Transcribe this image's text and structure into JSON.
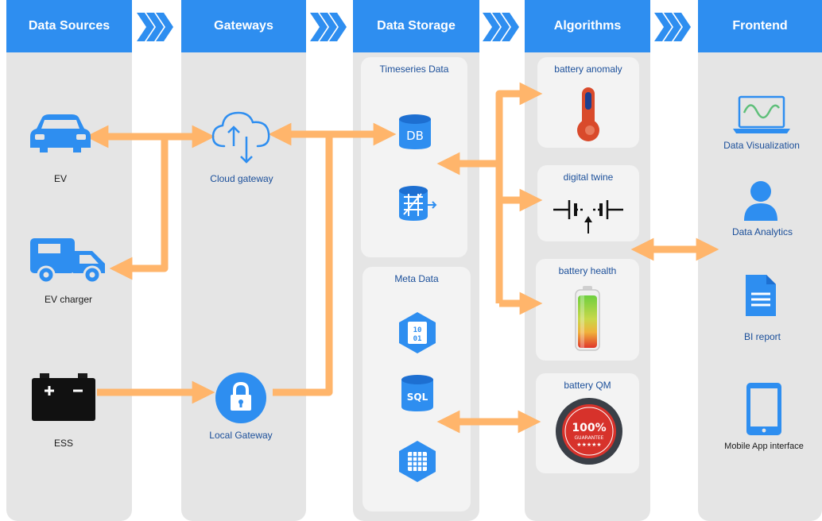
{
  "columns": {
    "sources": "Data Sources",
    "gateways": "Gateways",
    "storage": "Data Storage",
    "algorithms": "Algorithms",
    "frontend": "Frontend"
  },
  "sources": {
    "ev": "EV",
    "charger": "EV charger",
    "ess": "ESS"
  },
  "gateways": {
    "cloud": "Cloud gateway",
    "local": "Local Gateway"
  },
  "storage": {
    "timeseries": "Timeseries Data",
    "db_icon": "DB",
    "meta": "Meta Data",
    "binary_icon_top": "10",
    "binary_icon_bottom": "01",
    "sql_icon": "SQL"
  },
  "algorithms": {
    "anomaly": "battery anomaly",
    "twin": "digital twine",
    "health": "battery health",
    "qm": "battery QM",
    "badge_main": "100%",
    "badge_sub": "GUARANTEE",
    "badge_stars": "★★★★★"
  },
  "frontend": {
    "visualization": "Data Visualization",
    "analytics": "Data Analytics",
    "bi": "BI report",
    "mobile": "Mobile App interface"
  },
  "colors": {
    "header_blue": "#2e8ef0",
    "arrow_orange": "#ffb56b",
    "column_gray": "#e5e5e5",
    "card_gray": "#f3f3f3"
  }
}
